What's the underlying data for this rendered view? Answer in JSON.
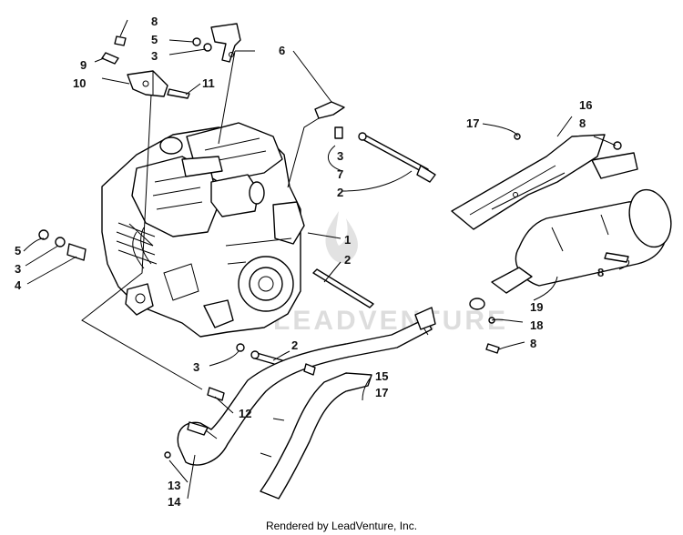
{
  "diagram": {
    "watermark": "LEADVENTURE",
    "credit": "Rendered by LeadVenture, Inc.",
    "callouts": {
      "c_8_top": "8",
      "c_5_top": "5",
      "c_3_top": "3",
      "c_9": "9",
      "c_10": "10",
      "c_11": "11",
      "c_6": "6",
      "c_3_mid": "3",
      "c_7": "7",
      "c_2_mid": "2",
      "c_1": "1",
      "c_2_right": "2",
      "c_5_left": "5",
      "c_3_left": "3",
      "c_4": "4",
      "c_3_low": "3",
      "c_2_low": "2",
      "c_12": "12",
      "c_13": "13",
      "c_14": "14",
      "c_15": "15",
      "c_17_low": "17",
      "c_16": "16",
      "c_8_r1": "8",
      "c_17_top": "17",
      "c_8_r2": "8",
      "c_19": "19",
      "c_18": "18",
      "c_8_r3": "8"
    }
  }
}
